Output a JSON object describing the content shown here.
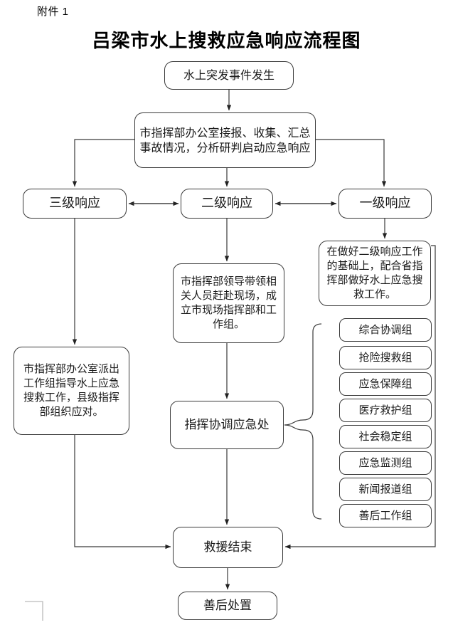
{
  "document": {
    "attachment_label": "附件 1",
    "title": "吕梁市水上搜救应急响应流程图"
  },
  "chart_data": {
    "type": "flowchart",
    "title": "吕梁市水上搜救应急响应流程图",
    "orientation": "top-to-bottom",
    "nodes": [
      {
        "id": "start",
        "label": "水上突发事件发生"
      },
      {
        "id": "office",
        "label": "市指挥部办公室接报、收集、汇总事故情况，分析研判启动应急响应"
      },
      {
        "id": "lvl3",
        "label": "三级响应"
      },
      {
        "id": "lvl2",
        "label": "二级响应"
      },
      {
        "id": "lvl1",
        "label": "一级响应"
      },
      {
        "id": "l1work",
        "label": "在做好二级响应工作的基础上，配合省指挥部做好水上应急搜救工作。"
      },
      {
        "id": "lead",
        "label": "市指挥部领导带领相关人员赶赴现场，成立市现场指挥部和工作组。"
      },
      {
        "id": "office2",
        "label": "市指挥部办公室派出工作组指导水上应急搜救工作，县级指挥部组织应对。"
      },
      {
        "id": "coord",
        "label": "指挥协调应急处"
      },
      {
        "id": "end",
        "label": "救援结束"
      },
      {
        "id": "after",
        "label": "善后处置"
      }
    ],
    "groups": [
      {
        "id": "g1",
        "label": "综合协调组"
      },
      {
        "id": "g2",
        "label": "抢险搜救组"
      },
      {
        "id": "g3",
        "label": "应急保障组"
      },
      {
        "id": "g4",
        "label": "医疗救护组"
      },
      {
        "id": "g5",
        "label": "社会稳定组"
      },
      {
        "id": "g6",
        "label": "应急监测组"
      },
      {
        "id": "g7",
        "label": "新闻报道组"
      },
      {
        "id": "g8",
        "label": "善后工作组"
      }
    ],
    "edges": [
      {
        "from": "start",
        "to": "office",
        "type": "arrow"
      },
      {
        "from": "office",
        "to": "lvl3",
        "type": "arrow"
      },
      {
        "from": "office",
        "to": "lvl2",
        "type": "arrow"
      },
      {
        "from": "office",
        "to": "lvl1",
        "type": "arrow"
      },
      {
        "from": "lvl2",
        "to": "lvl3",
        "type": "bidirectional"
      },
      {
        "from": "lvl1",
        "to": "lvl2",
        "type": "bidirectional"
      },
      {
        "from": "lvl1",
        "to": "l1work",
        "type": "arrow"
      },
      {
        "from": "lvl2",
        "to": "lead",
        "type": "arrow"
      },
      {
        "from": "lvl3",
        "to": "office2",
        "type": "arrow"
      },
      {
        "from": "lead",
        "to": "coord",
        "type": "arrow"
      },
      {
        "from": "coord",
        "to": "groups",
        "type": "brace"
      },
      {
        "from": "coord",
        "to": "end",
        "type": "arrow"
      },
      {
        "from": "office2",
        "to": "end",
        "type": "arrow"
      },
      {
        "from": "l1work",
        "to": "end",
        "type": "arrow"
      },
      {
        "from": "end",
        "to": "after",
        "type": "arrow"
      }
    ],
    "line_color": "#3a3a3a",
    "node_fill": "#ffffff",
    "text_color": "#1a1a1a"
  }
}
